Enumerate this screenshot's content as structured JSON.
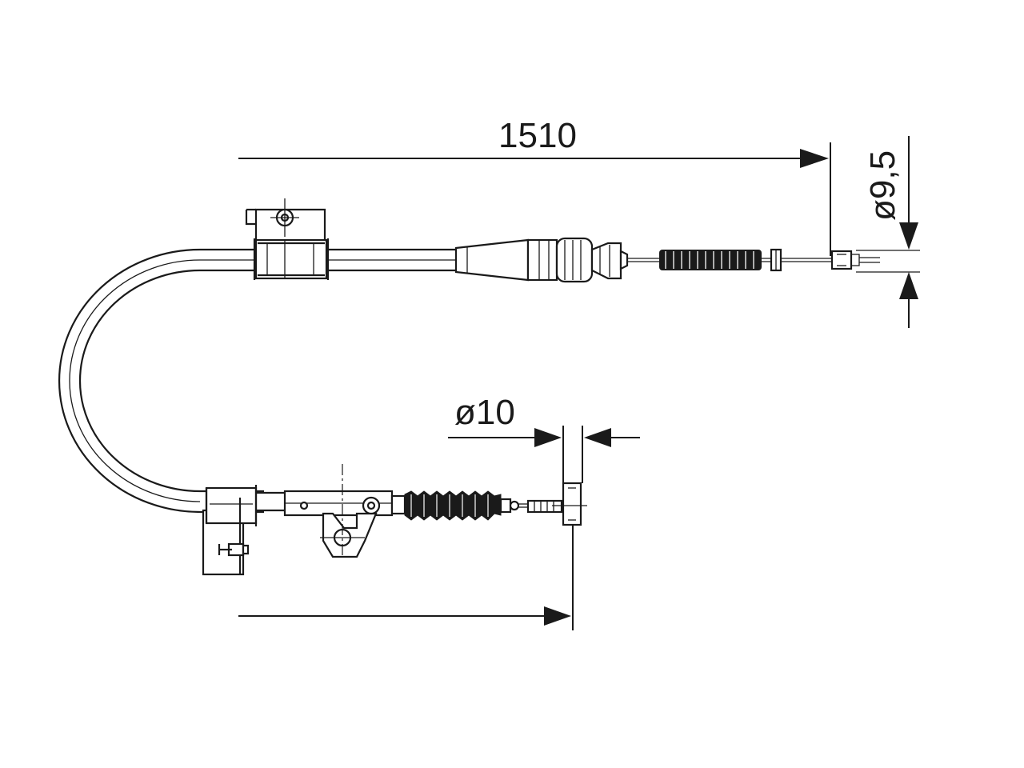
{
  "dimensions": {
    "length": "1510",
    "diameter_top": "ø9,5",
    "diameter_bottom": "ø10"
  },
  "colors": {
    "line": "#1a1a1a",
    "background": "#ffffff"
  }
}
